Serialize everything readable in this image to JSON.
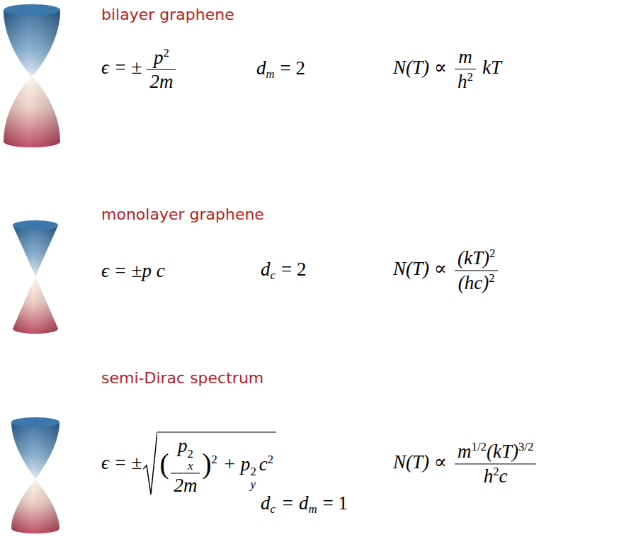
{
  "diagram": {
    "labels": [
      "bilayer graphene",
      "ϵ = ±",
      "p",
      "2",
      "2m",
      "d",
      "m",
      "= 2",
      "N(T) ∝",
      "m",
      "h",
      "2",
      "kT",
      "monolayer graphene",
      "ϵ = ±p c",
      "d",
      "c",
      "= 2",
      "N(T) ∝",
      "(kT)",
      "2",
      "(hc)",
      "2",
      "semi-Dirac spectrum",
      "ϵ = ±",
      "(",
      "p",
      "x",
      "2",
      "2m",
      ")",
      "2",
      "+ p",
      "y",
      "2",
      "c",
      "2",
      "N(T) ∝",
      "m",
      "1/2",
      "(kT)",
      "3/2",
      "h",
      "2",
      "c",
      "d",
      "c",
      "= d",
      "m",
      "= 1"
    ]
  }
}
